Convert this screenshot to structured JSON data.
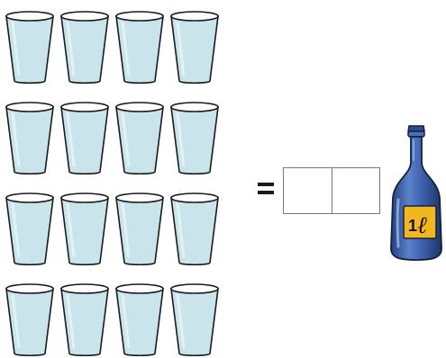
{
  "diagram": {
    "glasses": {
      "rows": 4,
      "columns": 4,
      "fill_color": "#c9e4ea",
      "rim_color": "#ffffff",
      "outline_color": "#1a1a1a"
    },
    "equation": {
      "operator": "=",
      "answer_digit_boxes": 2,
      "answer_values": [
        "",
        ""
      ]
    },
    "bottle": {
      "label": "1",
      "unit": "ℓ",
      "body_color": "#3f63b0",
      "label_color": "#f2b61f"
    }
  }
}
